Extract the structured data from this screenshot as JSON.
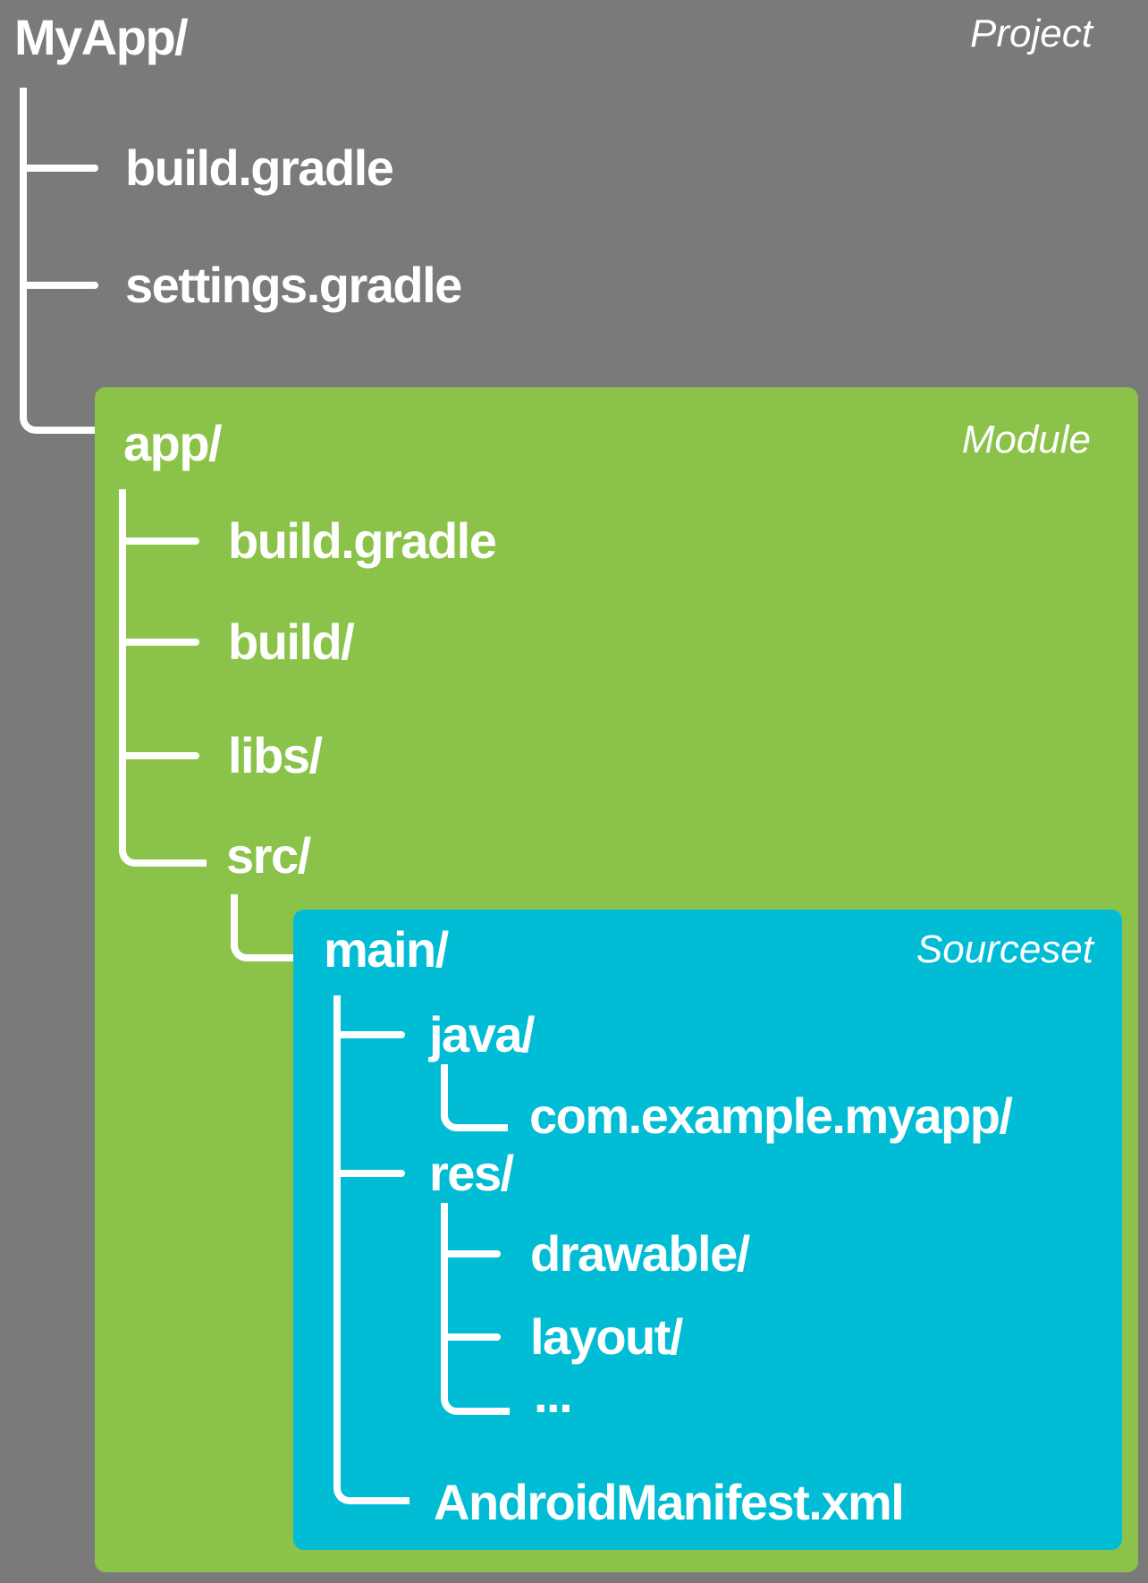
{
  "colors": {
    "bg": "#7a7a7a",
    "module": "#8bc34a",
    "sourceset": "#00bcd4",
    "line": "#ffffff",
    "text": "#ffffff"
  },
  "project": {
    "root": "MyApp/",
    "badge": "Project",
    "files": [
      "build.gradle",
      "settings.gradle"
    ]
  },
  "module": {
    "root": "app/",
    "badge": "Module",
    "files": [
      "build.gradle",
      "build/",
      "libs/",
      "src/"
    ]
  },
  "sourceset": {
    "root": "main/",
    "badge": "Sourceset",
    "items": [
      "java/",
      "com.example.myapp/",
      "res/",
      "drawable/",
      "layout/",
      "...",
      "AndroidManifest.xml"
    ]
  }
}
